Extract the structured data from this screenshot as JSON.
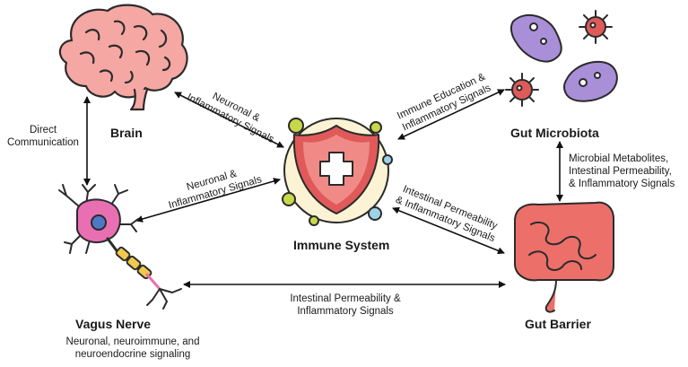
{
  "nodes": {
    "brain": "Brain",
    "vagus": "Vagus Nerve",
    "vagus_sub": [
      "Neuronal, neuroimmune, and",
      "neuroendocrine signaling"
    ],
    "immune": "Immune System",
    "microbiota": "Gut Microbiota",
    "barrier": "Gut Barrier"
  },
  "edges": {
    "brain_vagus": [
      "Direct",
      "Communication"
    ],
    "brain_immune": [
      "Neuronal &",
      "Inflammatory Signals"
    ],
    "vagus_immune": [
      "Neuronal &",
      "Inflammatory Signals"
    ],
    "immune_microbiota": [
      "Immune Education &",
      "Inflammatory Signals"
    ],
    "immune_barrier": [
      "Intestinal Permeability",
      "& Inflammatory Signals"
    ],
    "microbiota_barrier": [
      "Microbial Metabolites,",
      "Intestinal Permeability,",
      "& Inflammatory Signals"
    ],
    "vagus_barrier": [
      "Intestinal Permeability &",
      "Inflammatory Signals"
    ]
  },
  "icons": [
    "brain-icon",
    "neuron-icon",
    "shield-cross-icon",
    "bacteria-icon",
    "intestine-icon"
  ],
  "colors": {
    "brain": "#f4a7a3",
    "shield": "#e05a5a",
    "microbe_red": "#e05a5a",
    "microbe_purple": "#a98fd8",
    "intestine": "#ec6f6a",
    "neuron_pink": "#e96fb3",
    "myelin": "#f2c94c",
    "outline": "#2b2b2b"
  }
}
